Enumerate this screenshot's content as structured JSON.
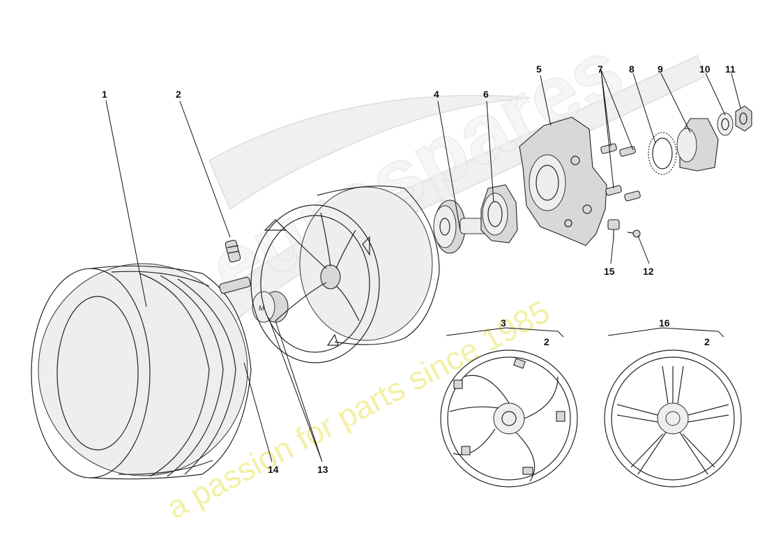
{
  "watermark": {
    "slogan": "a passion for parts since 1985",
    "logo_text": "eurospares"
  },
  "callouts": [
    {
      "id": "c1",
      "label": "1"
    },
    {
      "id": "c2",
      "label": "2"
    },
    {
      "id": "c3",
      "label": "3"
    },
    {
      "id": "c2b",
      "label": "2"
    },
    {
      "id": "c4",
      "label": "4"
    },
    {
      "id": "c5",
      "label": "5"
    },
    {
      "id": "c6",
      "label": "6"
    },
    {
      "id": "c7",
      "label": "7"
    },
    {
      "id": "c8",
      "label": "8"
    },
    {
      "id": "c9",
      "label": "9"
    },
    {
      "id": "c10",
      "label": "10"
    },
    {
      "id": "c11",
      "label": "11"
    },
    {
      "id": "c12",
      "label": "12"
    },
    {
      "id": "c13",
      "label": "13"
    },
    {
      "id": "c14",
      "label": "14"
    },
    {
      "id": "c15",
      "label": "15"
    },
    {
      "id": "c16",
      "label": "16"
    },
    {
      "id": "c2c",
      "label": "2"
    }
  ]
}
